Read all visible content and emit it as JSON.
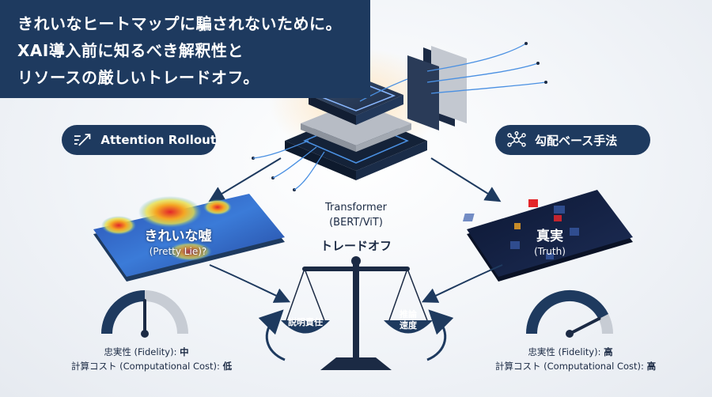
{
  "banner": {
    "line1": "きれいなヒートマップに騙されないために。",
    "line2": "XAI導入前に知るべき解釈性と",
    "line3": "リソースの厳しいトレードオフ。"
  },
  "left_method": {
    "label": "Attention Rollout",
    "icon": "trend-arrow-icon"
  },
  "right_method": {
    "label": "勾配ベース手法",
    "icon": "network-graph-icon"
  },
  "center_model": {
    "line1": "Transformer",
    "line2": "(BERT/ViT)"
  },
  "left_heatmap": {
    "title": "きれいな嘘",
    "subtitle": "(Pretty Lie)?"
  },
  "right_heatmap": {
    "title": "真実",
    "subtitle": "(Truth)"
  },
  "tradeoff": {
    "title": "トレードオフ",
    "left_pan": [
      "説明責任"
    ],
    "right_pan": [
      "推論",
      "速度"
    ]
  },
  "left_gauge": {
    "fidelity_label": "忠実性 (Fidelity): ",
    "fidelity_value": "中",
    "cost_label": "計算コスト (Computational Cost): ",
    "cost_value": "低",
    "level": 0.5
  },
  "right_gauge": {
    "fidelity_label": "忠実性 (Fidelity): ",
    "fidelity_value": "高",
    "cost_label": "計算コスト (Computational Cost): ",
    "cost_value": "高",
    "level": 0.85
  },
  "colors": {
    "navy": "#1e3a5f",
    "accent_blue": "#4a90e2",
    "gauge_track": "#c7ccd4"
  }
}
